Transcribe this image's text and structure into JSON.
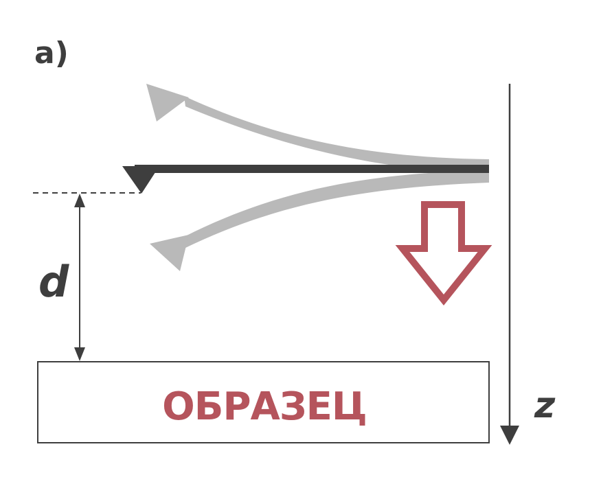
{
  "panel_label": "a)",
  "distance_label": "d",
  "axis_label": "z",
  "sample_label": "ОБРАЗЕЦ",
  "colors": {
    "dark": "#3e3e3e",
    "light_cantilever": "#b9b9b9",
    "accent": "#b5545c",
    "sample_border": "#3e3e3e",
    "background": "#ffffff"
  },
  "icons": {
    "direction_arrow": "hollow-down-arrow-icon",
    "axis_arrow": "arrow-down-icon"
  }
}
